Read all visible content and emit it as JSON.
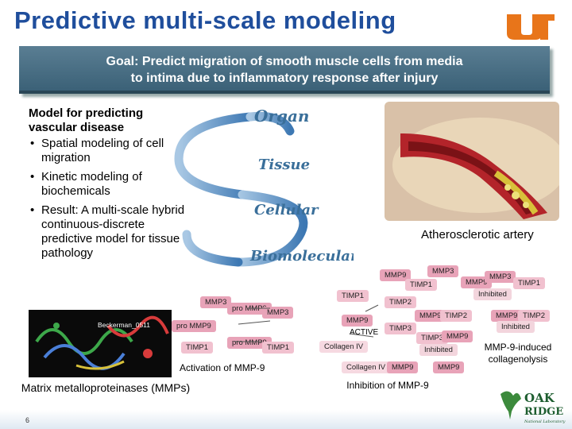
{
  "slide": {
    "title": "Predictive multi-scale modeling",
    "goal_line1": "Goal:  Predict migration of smooth muscle cells from media",
    "goal_line2": "to intima due to inflammatory response after injury",
    "left_heading_1": "Model for predicting",
    "left_heading_2": "vascular disease",
    "bullets": [
      "Spatial modeling of cell migration",
      "Kinetic modeling of biochemicals",
      "Result: A multi-scale hybrid continuous-discrete predictive model for tissue pathology"
    ],
    "scales": [
      "Organ",
      "Tissue",
      "Cellular",
      "Biomolecular"
    ],
    "artery_label": "Atherosclerotic artery",
    "activation_label": "Activation of MMP-9",
    "mmp_label": "Matrix metalloproteinases (MMPs)",
    "inhibition_label": "Inhibition of MMP-9",
    "collagenolysis_label": "MMP-9-induced collagenolysis",
    "active_label": "ACTIVE",
    "protein_label": "Beckerman_0511",
    "page_number": "6",
    "logos": {
      "ut": "UT",
      "oak_ridge_1": "OAK",
      "oak_ridge_2": "RIDGE",
      "oak_ridge_3": "National Laboratory"
    }
  },
  "molecules": {
    "mmp3": "MMP3",
    "mmp9": "MMP9",
    "pro_mmp9": "pro MMP9",
    "timp1": "TIMP1",
    "timp2": "TIMP2",
    "timp3": "TIMP3",
    "inhibited": "Inhibited",
    "collagen": "Collagen IV"
  },
  "colors": {
    "title": "#1f4e9c",
    "goal_bg": "#4a7085",
    "scale_text": "#3a6f9a",
    "arrow": "#5b8fc0",
    "bubble": "#e8a3b8"
  }
}
